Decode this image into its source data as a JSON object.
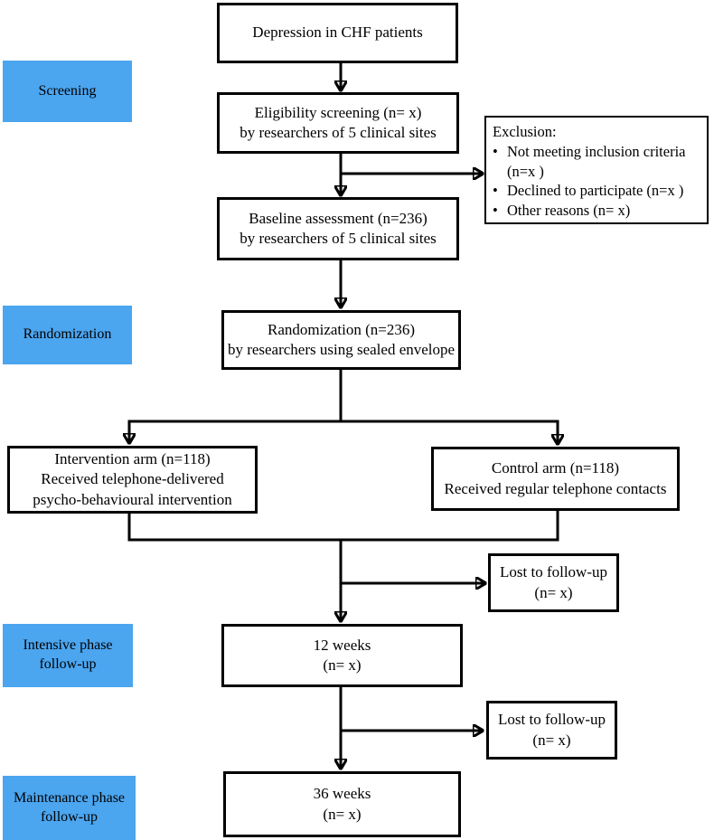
{
  "colors": {
    "label_blue": "#4BA5EF",
    "line_black": "#000000"
  },
  "stage_labels": {
    "screening": "Screening",
    "randomization": "Randomization",
    "intensive": "Intensive phase\nfollow-up",
    "maintenance": "Maintenance phase\nfollow-up"
  },
  "boxes": {
    "title": "Depression in CHF patients",
    "eligibility": "Eligibility screening (n= x)\nby researchers of 5 clinical sites",
    "exclusion": {
      "title": "Exclusion:",
      "bullet_glyph": "•",
      "items": [
        "Not meeting inclusion criteria (n=x )",
        "Declined to participate (n=x )",
        "Other reasons (n= x)"
      ]
    },
    "baseline": "Baseline assessment (n=236)\nby researchers of 5 clinical sites",
    "randomization": "Randomization (n=236)\nby researchers using sealed envelope",
    "intervention_arm": "Intervention arm  (n=118)\nReceived telephone-delivered\npsycho-behavioural intervention",
    "control_arm": "Control arm  (n=118)\nReceived regular telephone contacts",
    "lost_followup_1": "Lost to follow-up\n(n= x)",
    "week12": "12 weeks\n(n= x)",
    "lost_followup_2": "Lost to follow-up\n(n= x)",
    "week36": "36 weeks\n(n= x)"
  }
}
